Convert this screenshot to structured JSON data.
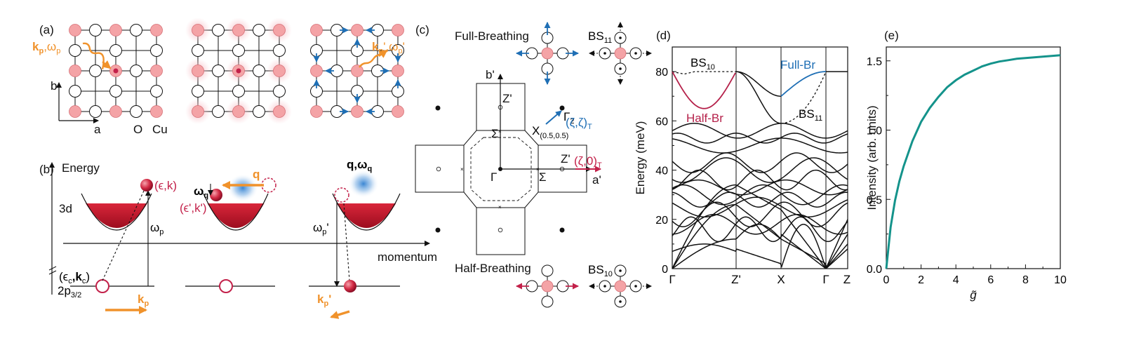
{
  "figure": {
    "panel_labels": [
      "(a)",
      "(b)",
      "(c)",
      "(d)",
      "(e)"
    ]
  },
  "panel_a": {
    "axis_b": "b",
    "axis_a": "a",
    "legend_O": "O",
    "legend_Cu": "Cu",
    "k_in": "k",
    "k_in_sub": "p",
    "omega_in": ",ω",
    "omega_in_sub": "p",
    "k_out": "k",
    "k_out_sub": "p",
    "omega_out": "',ω",
    "omega_out_sub": "p",
    "prime": "'"
  },
  "panel_b": {
    "energy": "Energy",
    "level_3d": "3d",
    "level_2p": "2p",
    "level_2p_sub": "3/2",
    "state_ek": "(ϵ,k)",
    "state_ekp": "(ϵ',k')",
    "state_core": "(ϵ",
    "state_core_sub1": "c",
    "state_core_mid": ",k",
    "state_core_sub2": "c",
    "state_core_end": ")",
    "omega_p": "ω",
    "omega_p_sub": "p",
    "omega_q": "ω",
    "omega_q_sub": "q",
    "q": "q",
    "q_omega": "q,ω",
    "q_omega_sub": "q",
    "k_p": "k",
    "k_p_sub": "p",
    "k_pp": "k",
    "k_pp_sub": "p",
    "omega_pp": "ω",
    "omega_pp_sub": "p",
    "momentum": "momentum"
  },
  "panel_c": {
    "full_breathing": "Full-Breathing",
    "half_breathing": "Half-Breathing",
    "bs11": "BS",
    "bs11_sub": "11",
    "bs10": "BS",
    "bs10_sub": "10",
    "b_prime": "b'",
    "a_prime": "a'",
    "z_prime_top": "Z'",
    "z_prime_right": "Z'",
    "sigma_top": "Σ",
    "sigma_right": "Σ",
    "gamma": "Γ",
    "x_point": "X",
    "x_point_sub": "(0.5,0.5)",
    "gamma2": "Γ",
    "gamma2_sub": "2",
    "zeta_zeta": "(ζ,ζ)",
    "zeta_zeta_sub": "T",
    "zeta_zero": "(ζ,0)",
    "zeta_zero_sub": "T"
  },
  "panel_d": {
    "ylabel": "Energy (meV)",
    "yticks": [
      "0",
      "20",
      "40",
      "60",
      "80"
    ],
    "xticks": [
      "Γ",
      "Z'",
      "X",
      "Γ",
      "Z"
    ],
    "label_bs10": "BS",
    "label_bs10_sub": "10",
    "label_bs11": "BS",
    "label_bs11_sub": "11",
    "label_half_br": "Half-Br",
    "label_full_br": "Full-Br",
    "half_br_color": "#b5214a",
    "full_br_color": "#1f6fb5"
  },
  "chart_data": {
    "type": "line",
    "title": "",
    "xlabel": "g̃",
    "ylabel": "Intensity (arb. units)",
    "xlim": [
      0,
      10
    ],
    "ylim": [
      0,
      1.6
    ],
    "xticks": [
      0,
      2,
      4,
      6,
      8,
      10
    ],
    "yticks": [
      0.0,
      0.5,
      1.0,
      1.5
    ],
    "ytick_labels": [
      "0.0",
      "0.5",
      "1.0",
      "1.5"
    ],
    "series": [
      {
        "color": "#14938b",
        "x": [
          0,
          0.25,
          0.5,
          0.75,
          1,
          1.5,
          2,
          2.5,
          3,
          3.5,
          4,
          4.5,
          5,
          5.5,
          6,
          6.5,
          7,
          7.5,
          8,
          8.5,
          9,
          9.5,
          10
        ],
        "y": [
          0,
          0.3,
          0.49,
          0.63,
          0.74,
          0.92,
          1.06,
          1.16,
          1.24,
          1.31,
          1.36,
          1.4,
          1.43,
          1.46,
          1.48,
          1.495,
          1.505,
          1.515,
          1.52,
          1.525,
          1.53,
          1.535,
          1.54
        ]
      }
    ]
  }
}
